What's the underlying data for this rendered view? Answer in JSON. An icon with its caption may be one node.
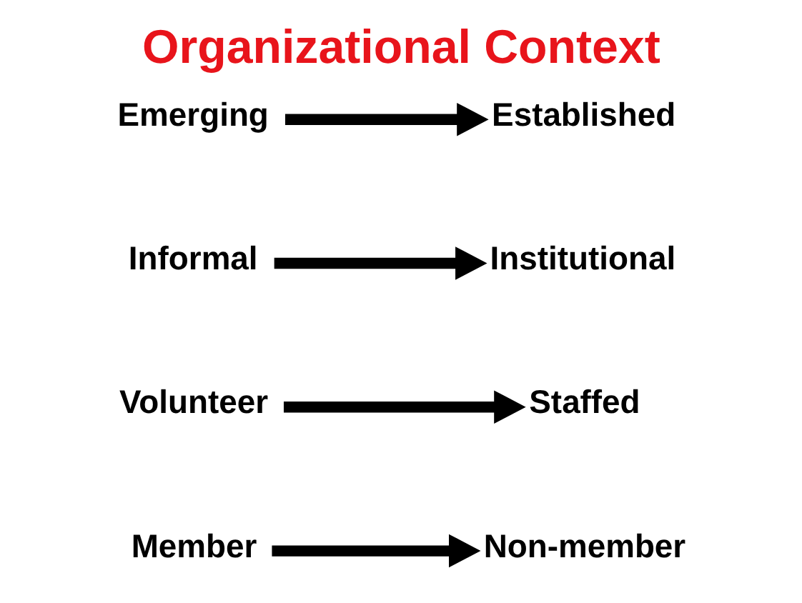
{
  "diagram": {
    "title": "Organizational Context",
    "nodes": [
      {
        "text": [
          "Emerging"
        ]
      },
      {
        "text": [
          "Established"
        ]
      },
      {
        "text": [
          "Informal"
        ]
      },
      {
        "text": [
          "Institutional"
        ]
      },
      {
        "text": [
          "Volunteer"
        ]
      },
      {
        "text": [
          "Staffed"
        ]
      },
      {
        "text": [
          "Member"
        ]
      },
      {
        "text": [
          "Non-member"
        ]
      }
    ],
    "edges": [
      {
        "from": 0,
        "to": 1,
        "arrow": "to"
      },
      {
        "from": 2,
        "to": 3,
        "arrow": "to"
      },
      {
        "from": 4,
        "to": 5,
        "arrow": "to"
      },
      {
        "from": 6,
        "to": 7,
        "arrow": "to"
      }
    ]
  }
}
